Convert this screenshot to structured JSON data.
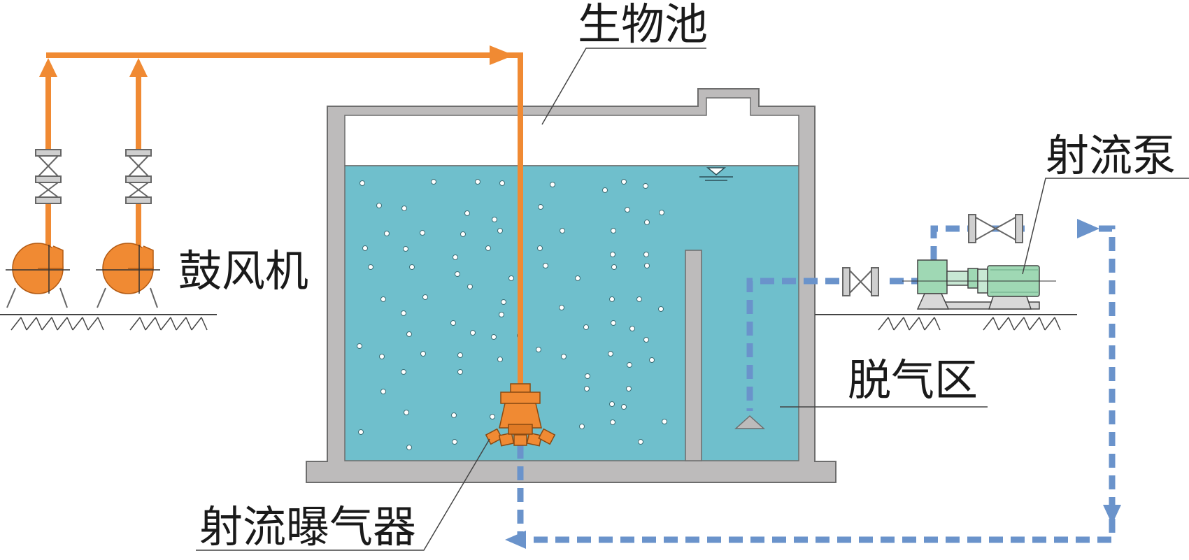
{
  "labels": {
    "bio_tank": "生物池",
    "blower": "鼓风机",
    "jet_pump": "射流泵",
    "degas_zone": "脱气区",
    "jet_aerator": "射流曝气器"
  },
  "colors": {
    "air_pipe": "#F08A33",
    "water_pipe": "#6A93CB",
    "water": "#6FBFCC",
    "tank_wall": "#BDBBBB",
    "pump_body": "#9FD8B4",
    "ground_line": "#444444"
  }
}
